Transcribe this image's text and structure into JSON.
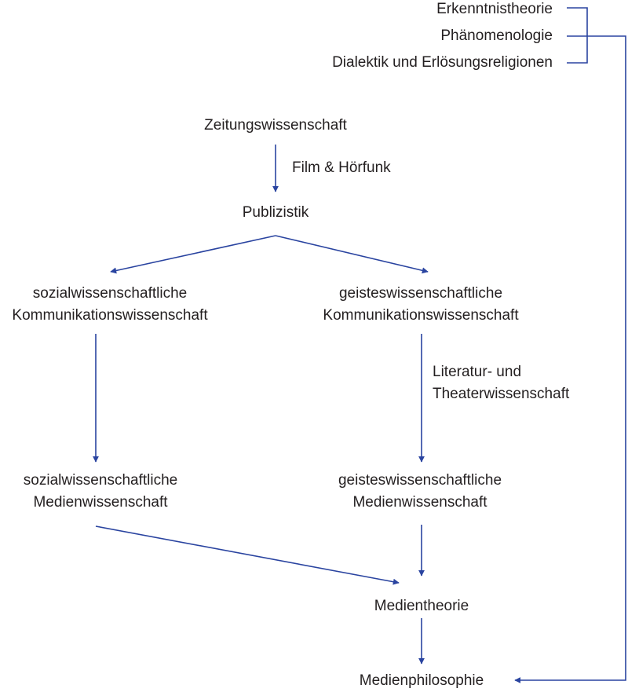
{
  "diagram": {
    "accent_color": "#2a44a0",
    "text_color": "#231f20",
    "top_group": {
      "items": [
        "Erkenntnistheorie",
        "Phänomenologie",
        "Dialektik und Erlösungsreligionen"
      ]
    },
    "nodes": {
      "zeitungswissenschaft": "Zeitungswissenschaft",
      "publizistik": "Publizistik",
      "sozial_kommunikation": [
        "sozialwissenschaftliche",
        "Kommunikationswissenschaft"
      ],
      "geistes_kommunikation": [
        "geisteswissenschaftliche",
        "Kommunikationswissenschaft"
      ],
      "sozial_medien": [
        "sozialwissenschaftliche",
        "Medienwissenschaft"
      ],
      "geistes_medien": [
        "geisteswissenschaftliche",
        "Medienwissenschaft"
      ],
      "medientheorie": "Medientheorie",
      "medienphilosophie": "Medienphilosophie"
    },
    "edge_labels": {
      "film_hoerfunk": "Film & Hörfunk",
      "literatur_theater": [
        "Literatur- und",
        "Theaterwissenschaft"
      ]
    },
    "edges": [
      {
        "from": "Zeitungswissenschaft",
        "to": "Publizistik",
        "label": "Film & Hörfunk"
      },
      {
        "from": "Publizistik",
        "to": "sozialwissenschaftliche Kommunikationswissenschaft"
      },
      {
        "from": "Publizistik",
        "to": "geisteswissenschaftliche Kommunikationswissenschaft"
      },
      {
        "from": "sozialwissenschaftliche Kommunikationswissenschaft",
        "to": "sozialwissenschaftliche Medienwissenschaft"
      },
      {
        "from": "geisteswissenschaftliche Kommunikationswissenschaft",
        "to": "geisteswissenschaftliche Medienwissenschaft",
        "label": "Literatur- und Theaterwissenschaft"
      },
      {
        "from": "sozialwissenschaftliche Medienwissenschaft",
        "to": "Medientheorie"
      },
      {
        "from": "geisteswissenschaftliche Medienwissenschaft",
        "to": "Medientheorie"
      },
      {
        "from": "Medientheorie",
        "to": "Medienphilosophie"
      },
      {
        "from": "Erkenntnistheorie / Phänomenologie / Dialektik und Erlösungsreligionen",
        "to": "Medienphilosophie"
      }
    ]
  }
}
